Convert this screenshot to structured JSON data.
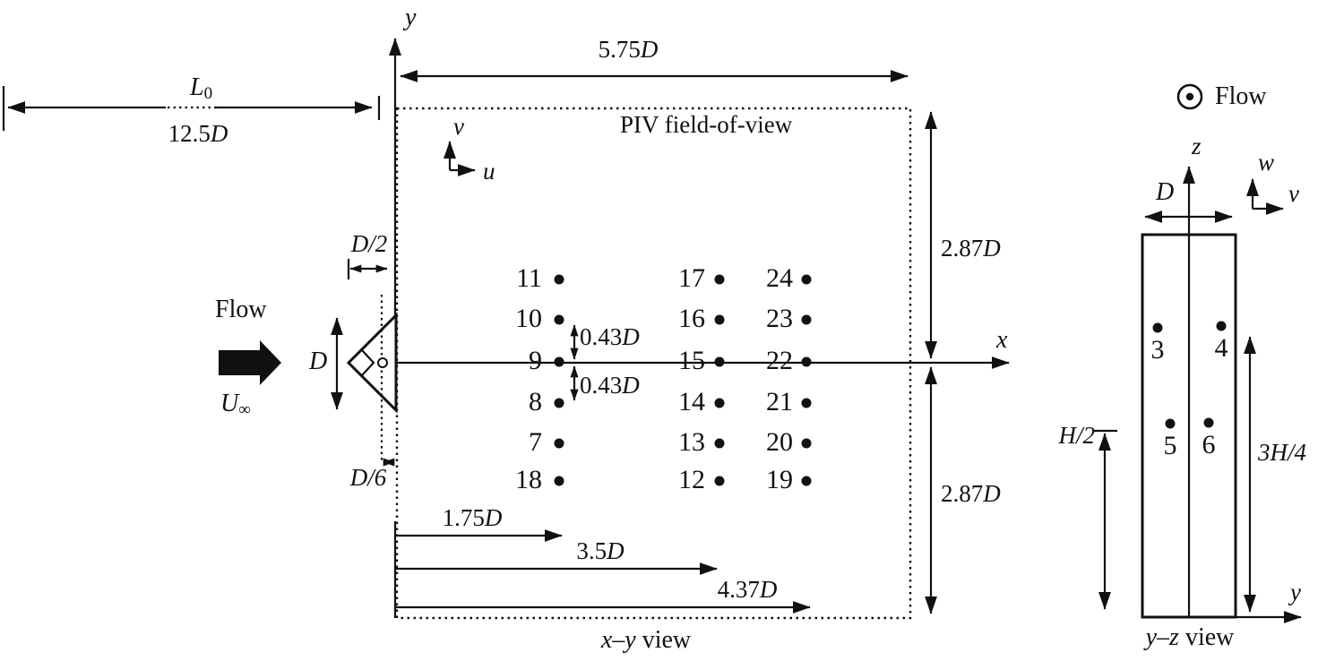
{
  "colors": {
    "ink": "#111111",
    "background": "#ffffff"
  },
  "xy_view": {
    "view_label": {
      "math": "x–y",
      "rest": " view"
    },
    "axis_labels": {
      "x": "x",
      "y": "y"
    },
    "velocity_axis_labels": {
      "u": "u",
      "v": "v"
    },
    "upstream_dim": {
      "symbol": "L",
      "subscript": "0",
      "value": "12.5",
      "unit": "D"
    },
    "fov": {
      "label": "PIV field-of-view",
      "width": {
        "value": "5.75",
        "unit": "D"
      },
      "half_height_top": {
        "value": "2.87",
        "unit": "D"
      },
      "half_height_bottom": {
        "value": "2.87",
        "unit": "D"
      }
    },
    "freestream": {
      "flow_label": "Flow",
      "velocity_symbol": "U",
      "velocity_subscript": "∞"
    },
    "prism": {
      "diameter_label": "D",
      "half_width_label": "D/2",
      "center_offset_label": "D/6"
    },
    "point_spacing": {
      "above": {
        "value": "0.43",
        "unit": "D"
      },
      "below": {
        "value": "0.43",
        "unit": "D"
      }
    },
    "station_dims": [
      {
        "value": "1.75",
        "unit": "D"
      },
      {
        "value": "3.5",
        "unit": "D"
      },
      {
        "value": "4.37",
        "unit": "D"
      }
    ],
    "point_columns": [
      {
        "labels": [
          "11",
          "10",
          "9",
          "8",
          "7",
          "18"
        ]
      },
      {
        "labels": [
          "17",
          "16",
          "15",
          "14",
          "13",
          "12"
        ]
      },
      {
        "labels": [
          "24",
          "23",
          "22",
          "21",
          "20",
          "19"
        ]
      }
    ]
  },
  "yz_view": {
    "view_label": {
      "math": "y–z",
      "rest": " view"
    },
    "flow": {
      "label": "Flow",
      "symbol_name": "flow-out-of-page",
      "symbol": "⊙"
    },
    "axis_labels": {
      "z": "z",
      "w": "w",
      "v": "v",
      "y": "y"
    },
    "width_dim_label": "D",
    "half_height_label": "H/2",
    "three_quarter_height_label": "3H/4",
    "point_labels": [
      "3",
      "4",
      "5",
      "6"
    ]
  }
}
